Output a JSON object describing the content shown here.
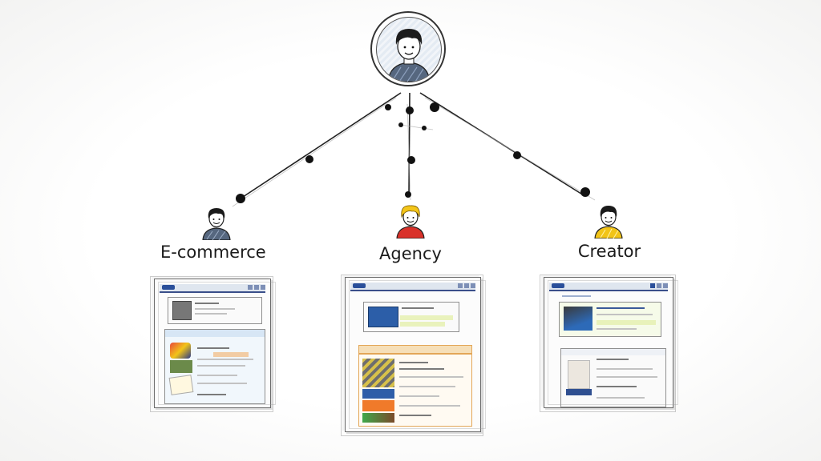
{
  "diagram": {
    "style": "hand-drawn pencil sketch",
    "root": {
      "name": "user",
      "icon": "user-avatar-icon",
      "shirt_color": "#4a5a78"
    },
    "personas": [
      {
        "label": "E-commerce",
        "icon": "user-icon",
        "hair_color": "#1e1e1e",
        "shirt_color": "#5a6a88",
        "screenshot": "ecommerce-website-mockup"
      },
      {
        "label": "Agency",
        "icon": "user-icon",
        "hair_color": "#f2c418",
        "shirt_color": "#d8302a",
        "screenshot": "agency-website-mockup"
      },
      {
        "label": "Creator",
        "icon": "user-icon",
        "hair_color": "#1e1e1e",
        "shirt_color": "#f2c418",
        "screenshot": "creator-website-mockup"
      }
    ],
    "connector_color": "#1a1a1a"
  }
}
